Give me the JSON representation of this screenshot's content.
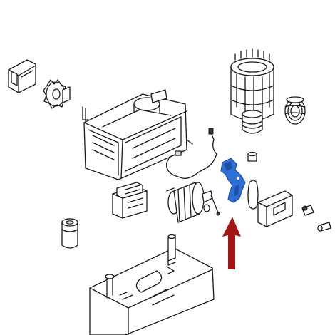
{
  "diagram": {
    "colors": {
      "background": "#ffffff",
      "line": "#1a1a1a",
      "highlight_part": "#2f6fd8",
      "highlight_part_dark": "#1d4fa8",
      "arrow": "#a31515"
    },
    "parts": [
      "end-cap-cover",
      "drive-pinion-gear",
      "gearbox-housing",
      "motor-stator",
      "worm-pulley",
      "cable-harness",
      "release-lever",
      "drive-belt",
      "release-cover",
      "transformer",
      "motor-rotor",
      "cylinder-lock",
      "capacitor",
      "mounting-base-plate",
      "small-clip",
      "key-cylinder",
      "bolt"
    ],
    "highlighted_part": "release-lever",
    "pointer": "arrow-up"
  }
}
